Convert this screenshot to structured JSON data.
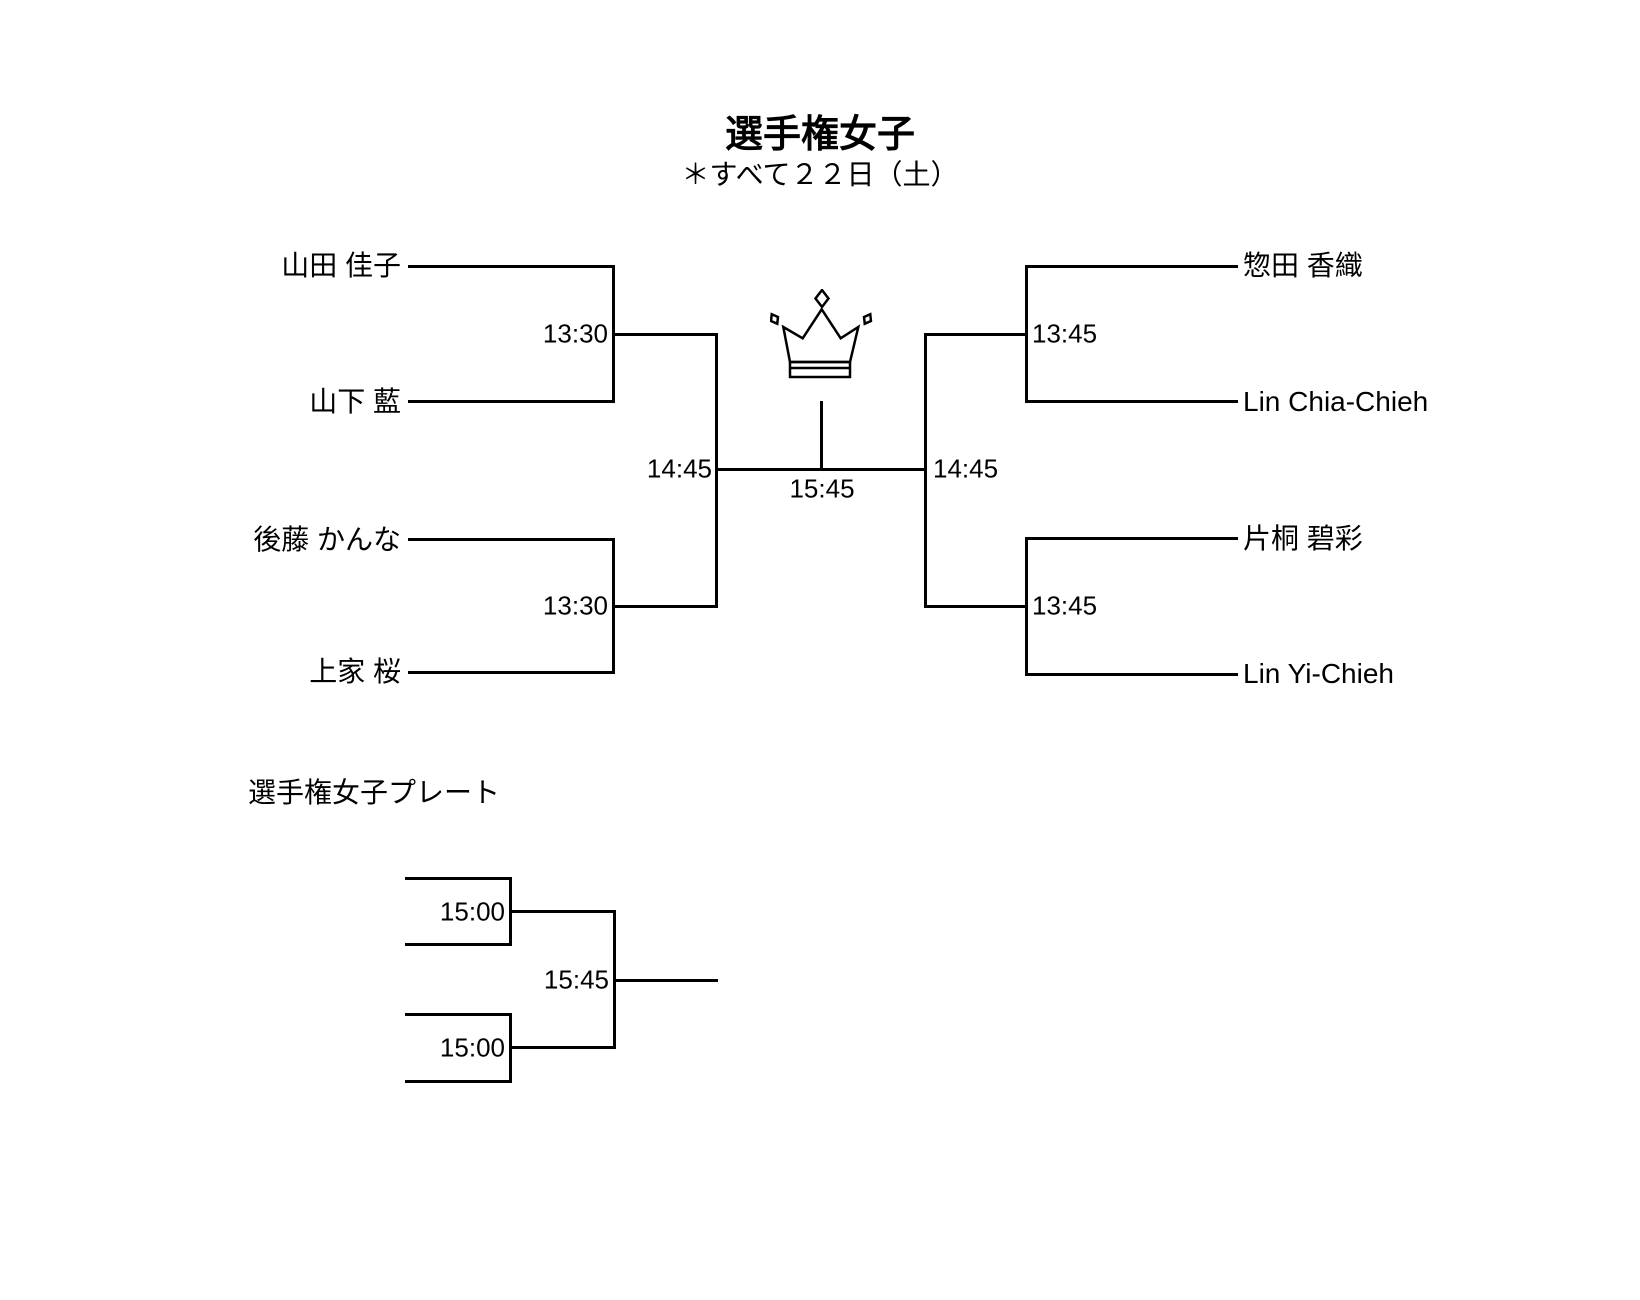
{
  "header": {
    "title": "選手権女子",
    "subtitle": "＊すべて２２日（土）"
  },
  "icons": {
    "champion": "crown-icon"
  },
  "main_bracket": {
    "round1": [
      {
        "player_top": "山田 佳子",
        "player_bottom": "山下 藍",
        "time": "13:30"
      },
      {
        "player_top": "後藤 かんな",
        "player_bottom": "上家 桜",
        "time": "13:30"
      },
      {
        "player_top": "惣田 香織",
        "player_bottom": "Lin Chia-Chieh",
        "time": "13:45"
      },
      {
        "player_top": "片桐 碧彩",
        "player_bottom": "Lin Yi-Chieh",
        "time": "13:45"
      }
    ],
    "semifinals": [
      {
        "time": "14:45"
      },
      {
        "time": "14:45"
      }
    ],
    "final": {
      "time": "15:45"
    }
  },
  "plate_bracket": {
    "title": "選手権女子プレート",
    "round1": [
      {
        "time": "15:00"
      },
      {
        "time": "15:00"
      }
    ],
    "final": {
      "time": "15:45"
    }
  }
}
